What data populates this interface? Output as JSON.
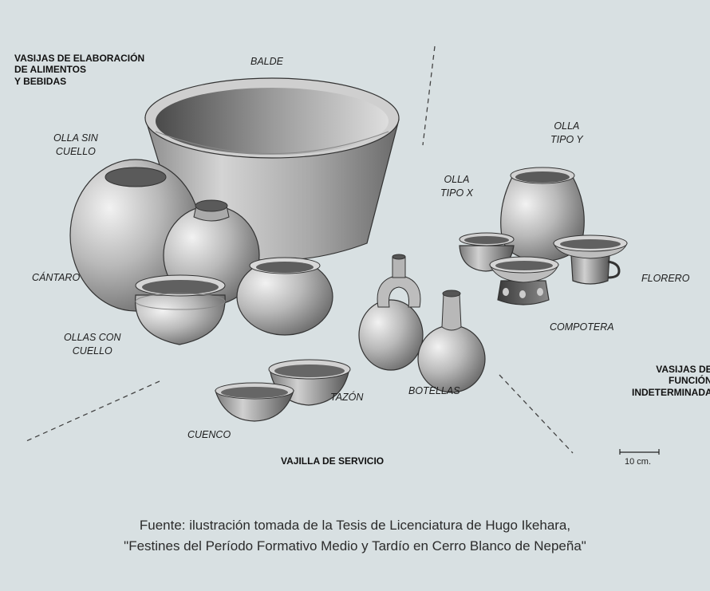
{
  "categories": {
    "food": "VASIJAS DE ELABORACIÓN\n DE ALIMENTOS\nY BEBIDAS",
    "undetermined": "VASIJAS DE\nFUNCIÓN\nINDETERMINADA",
    "serving": "VAJILLA DE SERVICIO"
  },
  "vessels": {
    "balde": "BALDE",
    "olla_sin_cuello": "OLLA SIN\nCUELLO",
    "cantaro": "CÁNTARO",
    "ollas_con_cuello": "OLLAS CON\nCUELLO",
    "olla_tipo_y": "OLLA\nTIPO Y",
    "olla_tipo_x": "OLLA\nTIPO X",
    "florero": "FLORERO",
    "compotera": "COMPOTERA",
    "botellas": "BOTELLAS",
    "tazon": "TAZÓN",
    "cuenco": "CUENCO"
  },
  "scale": {
    "label": "10 cm."
  },
  "caption": {
    "line1": "Fuente: ilustración tomada de la Tesis de Licenciatura de Hugo Ikehara,",
    "line2": "\"Festines del Período Formativo Medio y Tardío en Cerro Blanco de Nepeña\""
  }
}
